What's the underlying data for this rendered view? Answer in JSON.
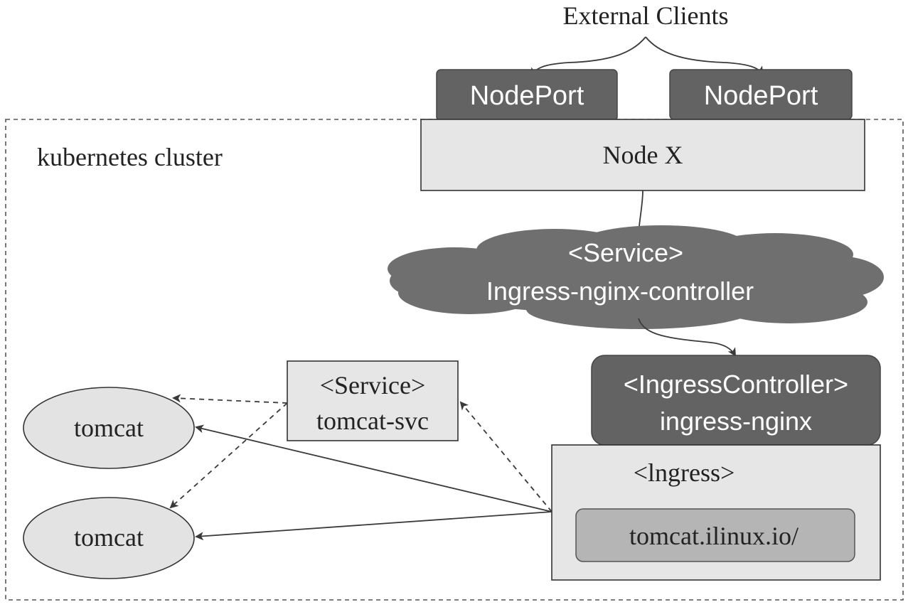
{
  "external_clients_label": "External Clients",
  "cluster_label": "kubernetes cluster",
  "nodeports": [
    {
      "label": "NodePort"
    },
    {
      "label": "NodePort"
    }
  ],
  "node_label": "Node X",
  "ingress_service": {
    "line1": "<Service>",
    "line2": "Ingress-nginx-controller"
  },
  "ingress_controller": {
    "line1": "<IngressController>",
    "line2": "ingress-nginx"
  },
  "ingress": {
    "title": "<lngress>",
    "rule": "tomcat.ilinux.io/"
  },
  "tomcat_service": {
    "line1": "<Service>",
    "line2": "tomcat-svc"
  },
  "pods": [
    {
      "label": "tomcat"
    },
    {
      "label": "tomcat"
    }
  ],
  "colors": {
    "dark_box": "#636363",
    "light_box": "#e6e6e6",
    "cloud": "#6f6f6f",
    "ellipse": "#e3e3e3",
    "rule_box": "#b5b5b5",
    "line": "#3a3a3a"
  }
}
